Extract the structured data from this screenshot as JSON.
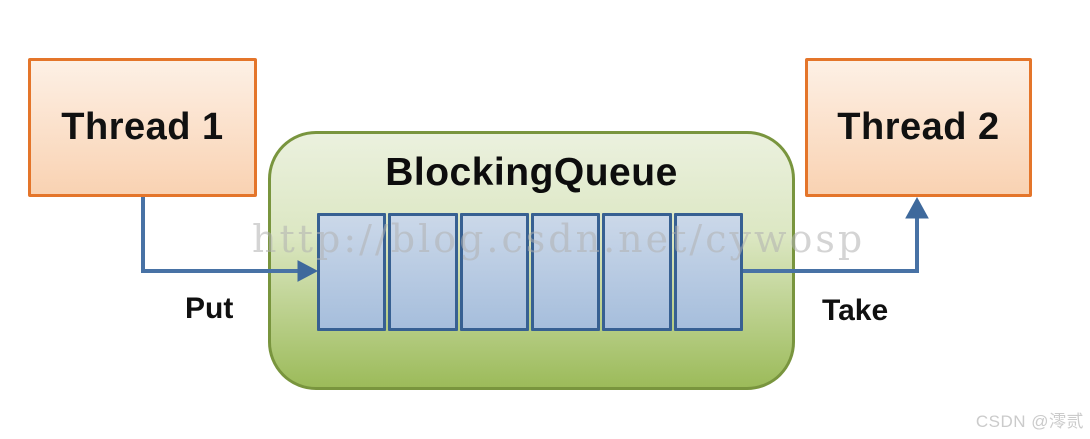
{
  "diagram": {
    "thread1_label": "Thread 1",
    "thread2_label": "Thread 2",
    "queue_title": "BlockingQueue",
    "queue_slots": 6,
    "put_label": "Put",
    "take_label": "Take",
    "watermark": "http://blog.csdn.net/cywosp",
    "credit": "CSDN @澪贰",
    "colors": {
      "box_border": "#E4752A",
      "box_fill_top": "#FDF0E5",
      "box_fill_bottom": "#F9D2B2",
      "container_border": "#79953E",
      "container_fill_top": "#EBF1DE",
      "container_fill_bottom": "#9CBB5A",
      "cell_border": "#376092",
      "cell_fill_top": "#CBD8E9",
      "cell_fill_bottom": "#A6BEDC",
      "arrow": "#4872A5"
    }
  }
}
